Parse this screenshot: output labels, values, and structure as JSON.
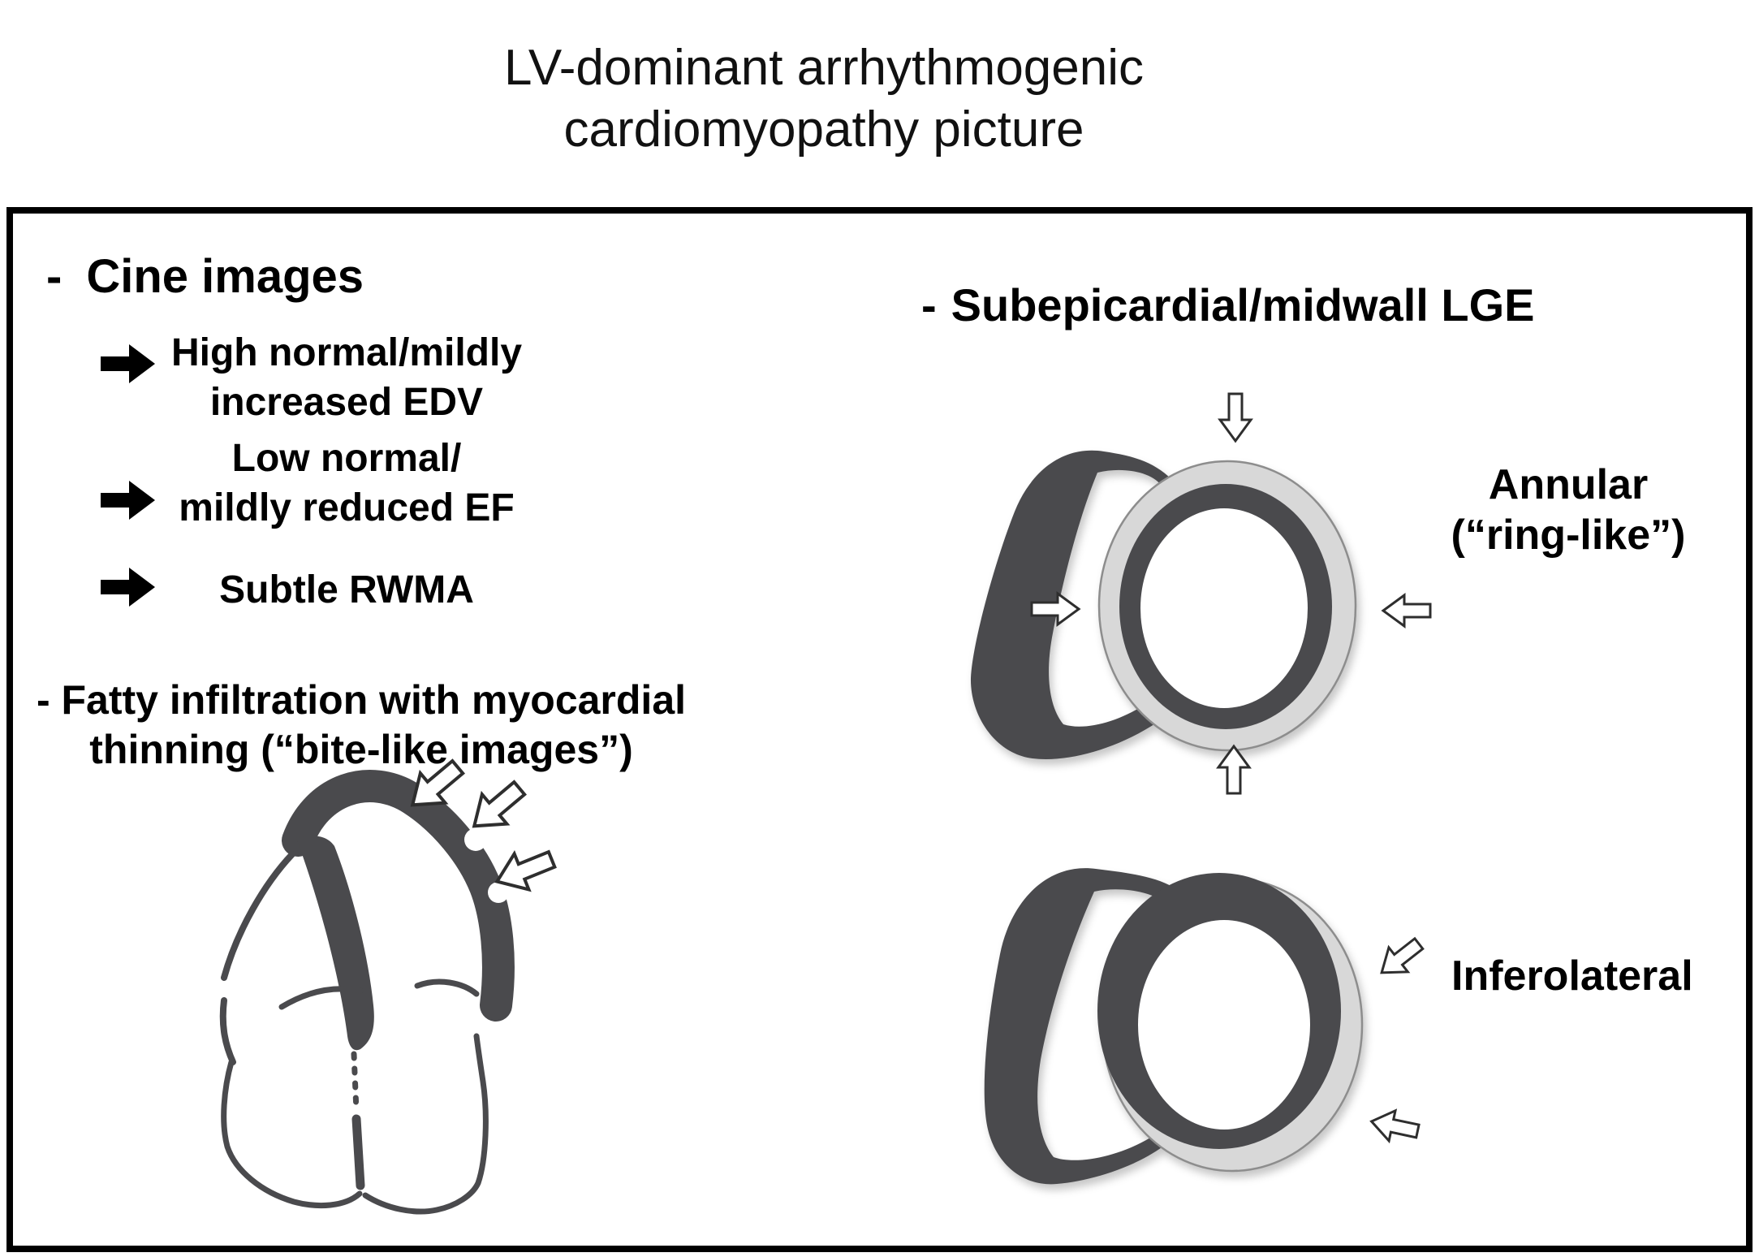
{
  "title": {
    "line1": "LV-dominant arrhythmogenic",
    "line2": "cardiomyopathy picture"
  },
  "left_panel": {
    "cine_heading": {
      "dash": "-",
      "text": "Cine images"
    },
    "bullets": [
      {
        "line1": "High normal/mildly",
        "line2": "increased EDV"
      },
      {
        "line1": "Low normal/",
        "line2": "mildly reduced EF"
      },
      {
        "line1": "Subtle RWMA"
      }
    ],
    "fatty_heading": {
      "line1": "- Fatty infiltration with myocardial",
      "line2": "thinning (“bite-like images”)"
    }
  },
  "right_panel": {
    "lge_heading": {
      "dash": "-",
      "text": "Subepicardial/midwall LGE"
    },
    "annular_label": {
      "line1": "Annular",
      "line2": "(“ring-like”)"
    },
    "inferolateral_label": "Inferolateral"
  },
  "icons": {
    "bullet_arrow": "solid-right-arrow",
    "inward_arrow": "white-outline-arrow"
  },
  "colors": {
    "text": "#000000",
    "myocardium": "#4a4a4d",
    "lge_light": "#d8d8d8",
    "ring_outline": "#8d8d8d",
    "arrow_fill": "#ffffff",
    "arrow_outline": "#2e2e2e",
    "box_border": "#000000",
    "background": "#ffffff"
  }
}
